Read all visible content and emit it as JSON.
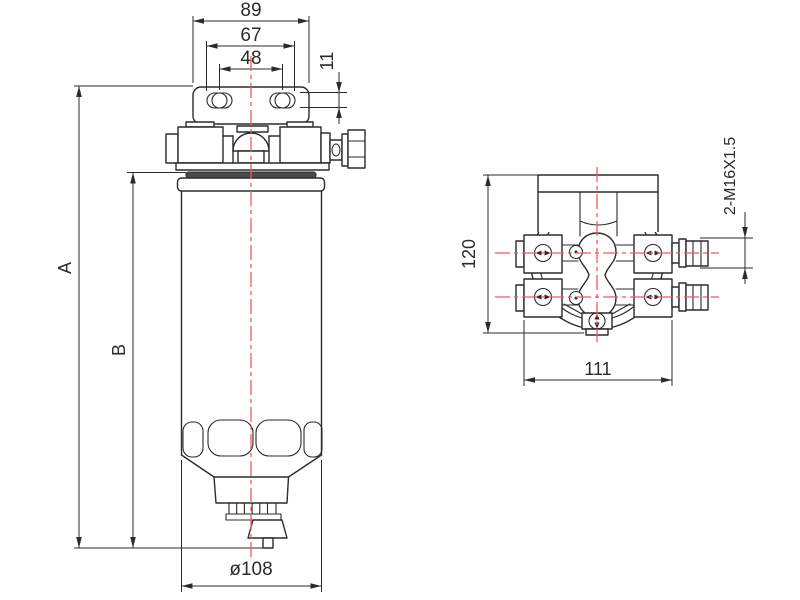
{
  "drawing": {
    "background": "#ffffff",
    "colors": {
      "line": "#2b2b2b",
      "centerline": "#f05a5a",
      "gasket": "#4a4a4a"
    },
    "front_view": {
      "dimensions": {
        "bracket_width": "89",
        "slot_outer_span": "67",
        "slot_center_span": "48",
        "slot_width": "11",
        "overall_height": "A",
        "body_height": "B",
        "body_diameter": "ø108"
      }
    },
    "top_view": {
      "dimensions": {
        "height": "120",
        "width": "111",
        "ports": "2-M16X1.5"
      }
    }
  }
}
